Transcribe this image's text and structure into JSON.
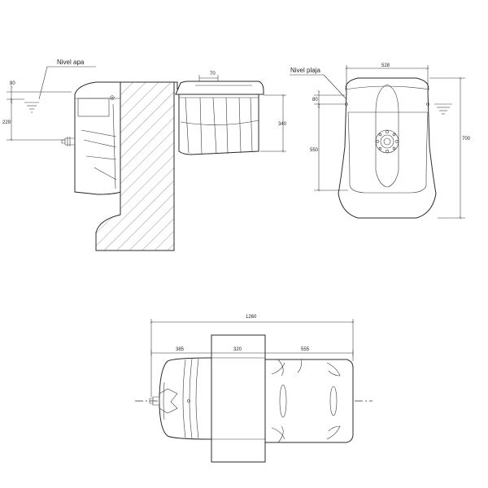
{
  "labels": {
    "water_level": "Nivel apa",
    "beach_level": "Nivel plaja"
  },
  "dimensions": {
    "side_top": "80",
    "side_depth": "229",
    "side_lip": "70",
    "side_height": "340",
    "front_width": "528",
    "front_top": "80",
    "front_inner": "550",
    "front_total": "700",
    "plan_total": "1260",
    "plan_left": "385",
    "plan_mid": "320",
    "plan_right": "555"
  },
  "colors": {
    "line": "#2a2a2a",
    "background": "#ffffff"
  }
}
